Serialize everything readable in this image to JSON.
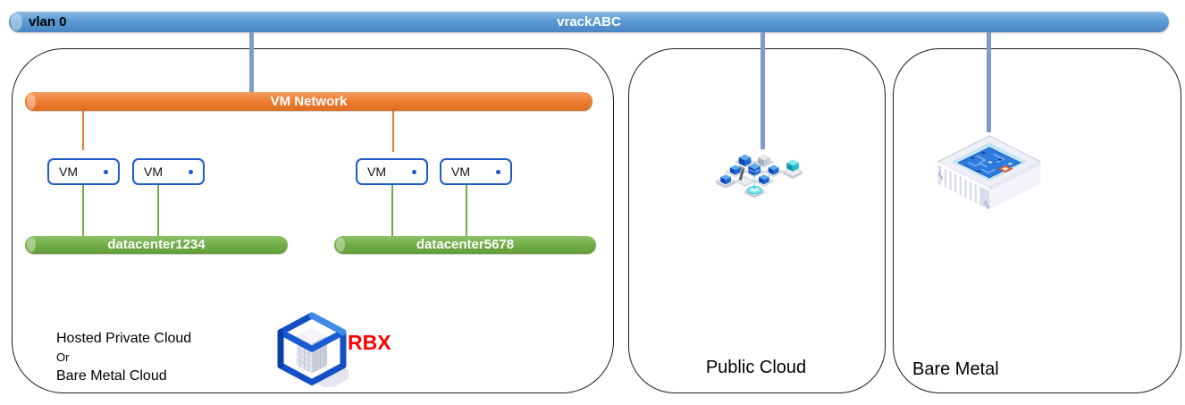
{
  "vlan_bar": {
    "left_label": "vlan 0",
    "center_label": "vrackABC"
  },
  "private": {
    "vm_network_label": "VM Network",
    "vm_boxes": [
      {
        "label": "VM"
      },
      {
        "label": "VM"
      },
      {
        "label": "VM"
      },
      {
        "label": "VM"
      }
    ],
    "datacenter1": "datacenter1234",
    "datacenter2": "datacenter5678",
    "caption": {
      "line1": "Hosted Private Cloud",
      "line2": "Or",
      "line3": "Bare Metal Cloud"
    },
    "location_label": "RBX"
  },
  "public_cloud": {
    "label": "Public Cloud"
  },
  "bare_metal": {
    "label": "Bare Metal"
  },
  "colors": {
    "vlan_blue": "#5B9BD5",
    "network_orange": "#ED7D31",
    "datacenter_green": "#70AD47",
    "connector_blue": "#7D9CCE",
    "vm_border_blue": "#1F5BC8",
    "rbx_red": "#FF0000"
  }
}
